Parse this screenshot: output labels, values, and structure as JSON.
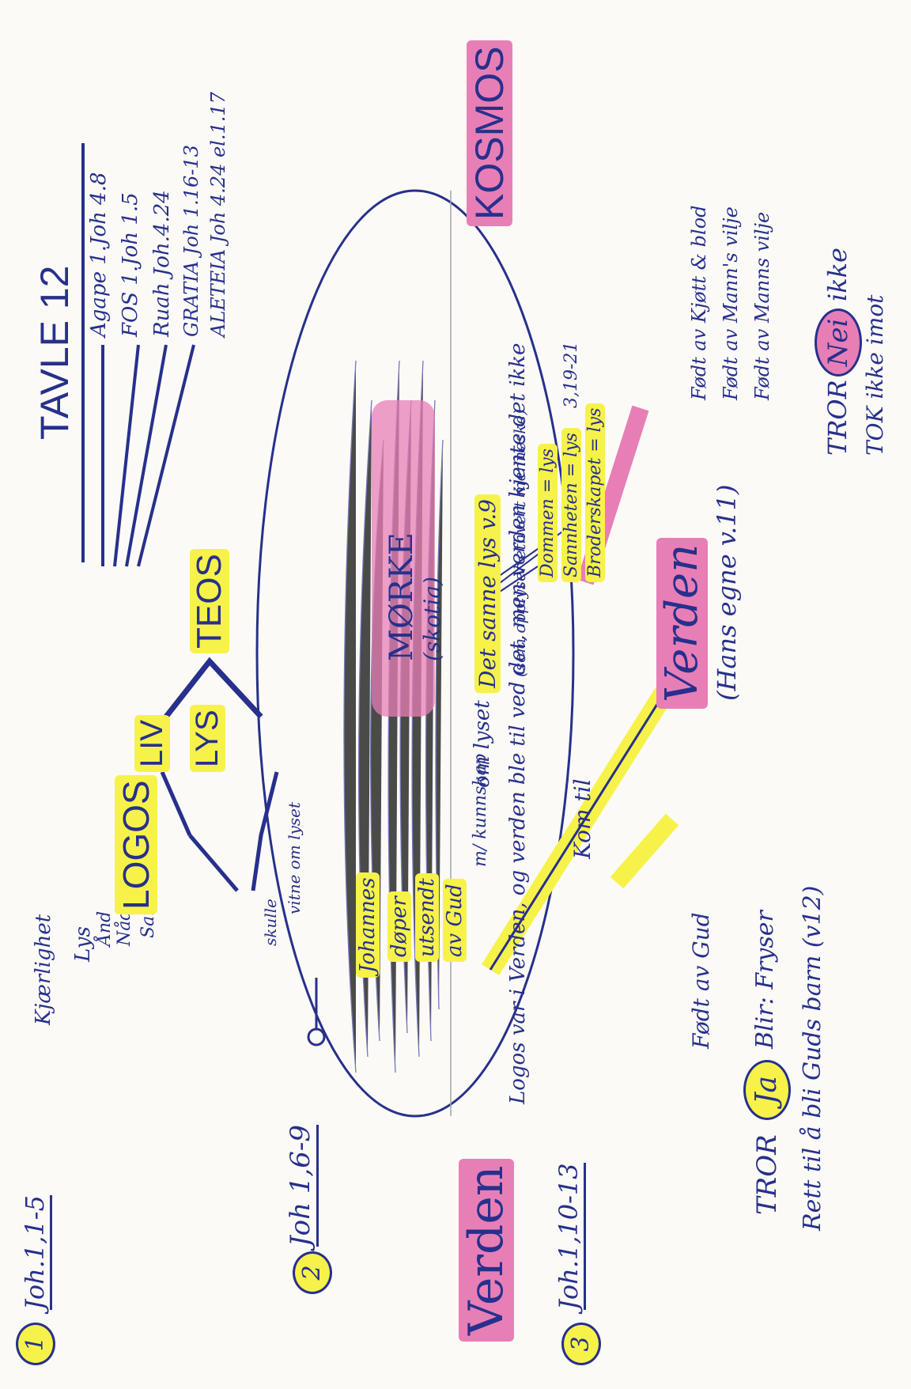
{
  "title": "TAVLE 12",
  "section1": {
    "number": "1",
    "ref": "Joh.1,1-5",
    "left_words": [
      "Kjærlighet",
      "Lys",
      "Ånd",
      "Nåde",
      "Sannhet"
    ],
    "logos": "LOGOS",
    "liv": "LIV",
    "lys": "LYS",
    "teos": "TEOS",
    "right_list": [
      "Agape 1.Joh 4.8",
      "FOS 1.Joh 1.5",
      "Ruah Joh.4.24",
      "GRATIA Joh 1.16-13",
      "ALETEIA Joh 4.24 el.1.17"
    ]
  },
  "section2": {
    "number": "2",
    "ref": "Joh 1,6-9",
    "verden": "Verden",
    "kosmos": "KOSMOS",
    "johannes": [
      "Johannes",
      "døper",
      "utsendt",
      "av Gud"
    ],
    "witness_note": [
      "skulle",
      "vitne om lyset"
    ],
    "mørke": "MØRKE",
    "skotia": "(skotia)",
    "witness": "om lyset ⇒",
    "lys_v9": "Det sanne lys v.9",
    "lys_v9_sub": "(som opplyser ethvert menneske)",
    "eq_list": [
      "Dommen = lys",
      "Sannheten = lys",
      "Broderskapet = lys"
    ],
    "ref2": "3,19-21",
    "mm": "m/ kunnskap",
    "kom": "Kom til"
  },
  "section3": {
    "number": "3",
    "ref": "Joh.1,10-13",
    "logos_line": "Logos var i Verden, og verden ble til ved det, men verden kjente det ikke",
    "verden": "Verden",
    "hans_egne": "(Hans egne v.11)",
    "født_gud": "Født av Gud",
    "tror": "TROR",
    "ja": "Ja",
    "blir": "Blir: Fryser",
    "rett": "Rett til å bli Guds barn (v12)",
    "født_list": [
      "Født av Kjøtt & blod",
      "Født av Mann's vilje",
      "Født av Manns vilje"
    ],
    "nei": "Nei",
    "tror2": "TROR",
    "ikke": "ikke",
    "tok": "TOK ikke imot"
  },
  "colors": {
    "ink": "#27308c",
    "yellow": "#f6f24a",
    "pink": "#e77fb6"
  }
}
